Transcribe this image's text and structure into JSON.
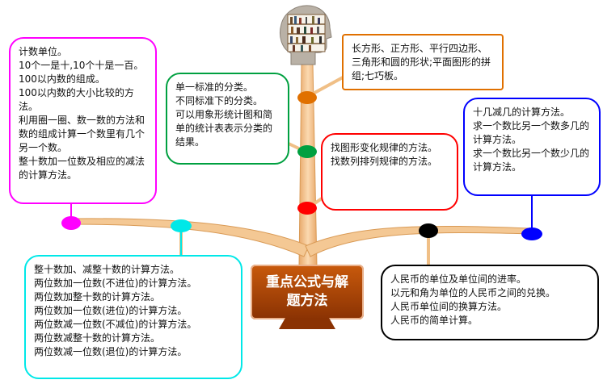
{
  "title": "重点公式与解题方法",
  "colors": {
    "branch": "#f2c28c",
    "branch_edge": "#d99a55",
    "title_top": "#c95a0c",
    "title_bottom": "#8a3203"
  },
  "nodes": {
    "counting_units": {
      "color": "#ff00ff",
      "lines": [
        "计数单位。",
        "10个一是十,10个十是一百。",
        "100以内数的组成。",
        "100以内数的大小比较的方法。",
        "利用圈一圈、数一数的方法和数的组成计算一个数里有几个另一个数。",
        "整十数加一位数及相应的减法的计算方法。"
      ]
    },
    "classification": {
      "color": "#00a040",
      "lines": [
        "单一标准的分类。",
        "不同标准下的分类。",
        "可以用象形统计图和简单的统计表表示分类的结果。"
      ]
    },
    "shapes": {
      "color": "#e07000",
      "lines": [
        "长方形、正方形、平行四边形、三角形和圆的形状;平面图形的拼组;七巧板。"
      ]
    },
    "patterns": {
      "color": "#ff0000",
      "lines": [
        "找图形变化规律的方法。",
        "找数列排列规律的方法。"
      ]
    },
    "subtraction": {
      "color": "#0000ff",
      "lines": [
        "十几减几的计算方法。",
        "求一个数比另一个数多几的计算方法。",
        "求一个数比另一个数少几的计算方法。"
      ]
    },
    "addition": {
      "color": "#00e8e8",
      "lines": [
        "整十数加、减整十数的计算方法。",
        "两位数加一位数(不进位)的计算方法。",
        "两位数加整十数的计算方法。",
        "两位数加一位数(进位)的计算方法。",
        "两位数减一位数(不减位)的计算方法。",
        "两位数减整十数的计算方法。",
        "两位数减一位数(退位)的计算方法。"
      ]
    },
    "money": {
      "color": "#000000",
      "lines": [
        "人民币的单位及单位间的进率。",
        "以元和角为单位的人民币之间的兑换。",
        "人民币单位间的换算方法。",
        "人民币的简单计算。"
      ]
    }
  }
}
